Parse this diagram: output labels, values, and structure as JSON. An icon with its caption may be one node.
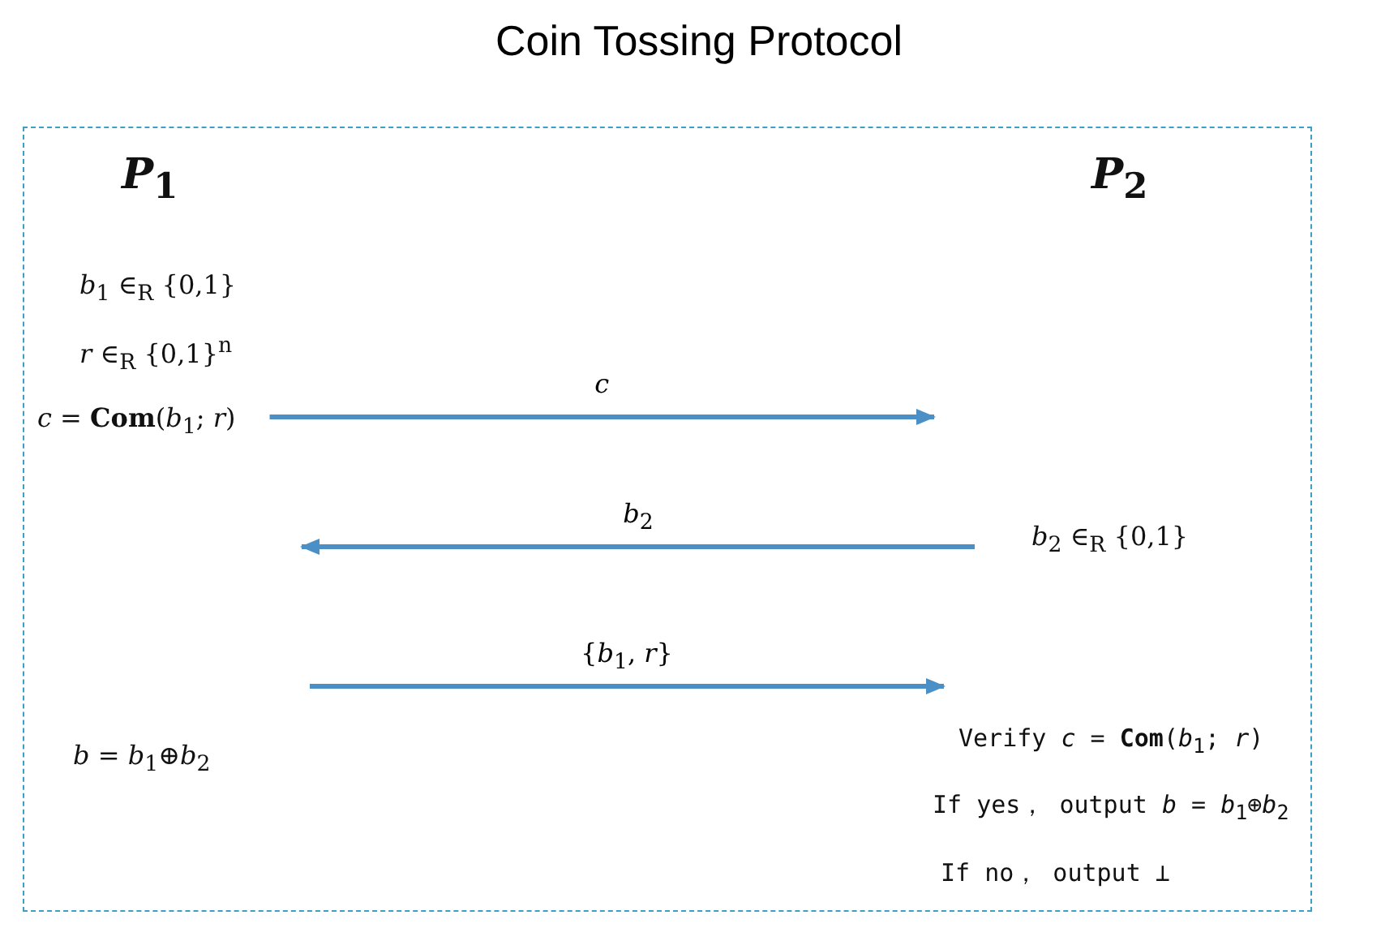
{
  "diagram": {
    "title": "Coin Tossing Protocol",
    "nodes": [
      {
        "text": [],
        "shape": "box"
      },
      {
        "text": [
          "*P*$_{1}$"
        ],
        "in": 0
      },
      {
        "text": [
          "*P*$_{2}$"
        ],
        "in": 0
      },
      {
        "text": [
          "*b*$_{1}$ ∈$_{R}$ {0,1}"
        ],
        "in": 0
      },
      {
        "text": [
          "*r* ∈$_{R}$ {0,1}$^{n}$"
        ],
        "in": 0
      },
      {
        "text": [
          "*c* = **Com**(*b*$_{1}$; *r*)"
        ],
        "in": 0
      },
      {
        "text": [
          "*b*$_{2}$ ∈$_{R}$ {0,1}"
        ],
        "in": 0
      },
      {
        "text": [
          "*b* = *b*$_{1}$⊕*b*$_{2}$"
        ],
        "in": 0
      },
      {
        "text": [
          "Verify *c* = **Com**(*b*$_{1}$; *r*)"
        ],
        "in": 0
      },
      {
        "text": [
          "If yes， output *b* = *b*$_{1}$⊕*b*$_{2}$"
        ],
        "in": 0
      },
      {
        "text": [
          "If no， output ⊥"
        ],
        "in": 0
      }
    ],
    "edges": [
      {
        "from": 5,
        "to": null,
        "arrow": "to",
        "label": "*c*"
      },
      {
        "from": 6,
        "to": null,
        "arrow": "to",
        "label": "*b*$_{2}$"
      },
      {
        "from": null,
        "to": 8,
        "arrow": "to",
        "label": "{*b*$_{1}$, *r*}"
      }
    ]
  }
}
